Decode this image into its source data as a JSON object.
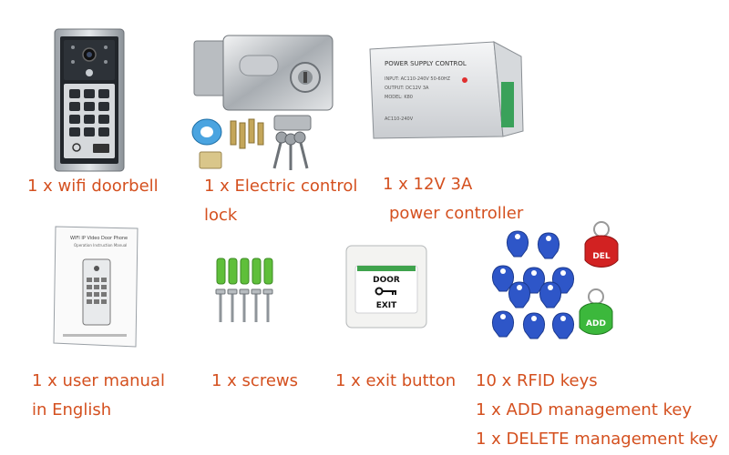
{
  "captions": {
    "doorbell": "1 x wifi doorbell",
    "lock_line1": "1 x Electric control",
    "lock_line2": "lock",
    "power_line1": "1 x 12V 3A",
    "power_line2": "power controller",
    "manual_line1": "1 x user manual",
    "manual_line2": "in English",
    "screws": "1 x screws",
    "exit": "1 x exit button",
    "rfid_line1": "10 x RFID keys",
    "rfid_line2": "1 x ADD management key",
    "rfid_line3": "1 x DELETE management key"
  },
  "labels": {
    "power_supply_title": "POWER SUPPLY CONTROL",
    "power_input": "INPUT: AC110-240V 50-60HZ",
    "power_output": "OUTPUT: DC12V 3A",
    "power_model": "MODEL: K80",
    "power_side": "AC110-240V",
    "manual_title": "WIFI IP Video Door Phone",
    "manual_subtitle": "Operation Instruction Manual",
    "exit_top": "DOOR",
    "exit_bottom": "EXIT",
    "key_del": "DEL",
    "key_add": "ADD"
  },
  "colors": {
    "caption": "#d4501f",
    "rfid_blue": "#2e56c8",
    "del_red": "#d22222",
    "add_green": "#3cb83c",
    "screw_anchor_green": "#5fbf3a"
  },
  "icons": {
    "doorbell": "video-doorbell-icon",
    "lock": "electric-lock-icon",
    "power": "power-supply-icon",
    "manual": "user-manual-icon",
    "screws": "screws-icon",
    "exit": "exit-button-icon",
    "rfid": "rfid-keys-icon"
  }
}
